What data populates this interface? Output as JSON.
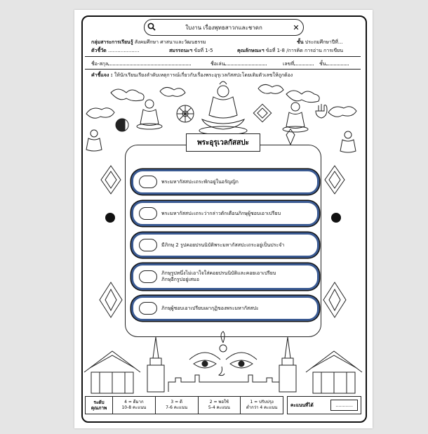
{
  "search": {
    "query": "ใบงาน เรื่องพุทธสาวกและชาดก"
  },
  "header": {
    "group_label": "กลุ่มสาระการเรียนรู้",
    "group_value": "สังคมศึกษา ศาสนาและวัฒนธรรม",
    "grade_label": "ชั้น",
    "grade_value": "ประถมศึกษาปีที่...",
    "indicator_label": "ตัวชี้วัด",
    "indicator_value": "....................",
    "competency_label": "สมรรถนะฯ",
    "competency_value": "ข้อที่ 1-5",
    "traits_label": "คุณลักษณะฯ",
    "traits_value": "ข้อที่ 1-8 /การคิด การอ่าน การเขียน"
  },
  "student": {
    "name_label": "ชื่อ-สกุล",
    "nick_label": "ชื่อเล่น",
    "number_label": "เลขที่",
    "class_label": "ชั้น"
  },
  "instruction": {
    "label": "คำชี้แจง :",
    "text": "ให้นักเรียนเรียงลำดับเหตุการณ์เกี่ยวกับเรื่องพระอุรุเวลกัสสปะโดยเติมตัวเลขให้ถูกต้อง"
  },
  "title": "พระอุรุเวลกัสสปะ",
  "items": [
    {
      "text": "พระมหากัสสปะเถระพักอยู่ในอรัญญิก"
    },
    {
      "text": "พระมหากัสสปะเถระว่ากล่าวตักเตือนภิกษุผู้ชอบเอาเปรียบ"
    },
    {
      "text": "มีภิกษุ 2 รูปคอยปรนนิบัติพระมหากัสสปะเถระอยู่เป็นประจำ"
    },
    {
      "line1": "ภิกษุรูปหนึ่งไม่เอาใจใส่คอยปรนนิบัติและคอยเอาเปรียบ",
      "line2": "ภิกษุอีกรูปอยู่เสมอ"
    },
    {
      "text": "ภิกษุผู้ชอบเอาเปรียบเผากุฏิของพระมหากัสสปะ"
    }
  ],
  "rubric": {
    "label_1": "ระดับ",
    "label_2": "คุณภาพ",
    "levels": [
      {
        "l1": "4 = ดีมาก",
        "l2": "10-8 คะแนน"
      },
      {
        "l1": "3 = ดี",
        "l2": "7-6 คะแนน"
      },
      {
        "l1": "2 = พอใช้",
        "l2": "5-4 คะแนน"
      },
      {
        "l1": "1 = ปรับปรุง",
        "l2": "ต่ำกว่า 4 คะแนน"
      }
    ],
    "total_label": "คะแนนที่ได้",
    "total_value": "............"
  },
  "colors": {
    "item_border": "#3a5a92",
    "line": "#111111"
  }
}
